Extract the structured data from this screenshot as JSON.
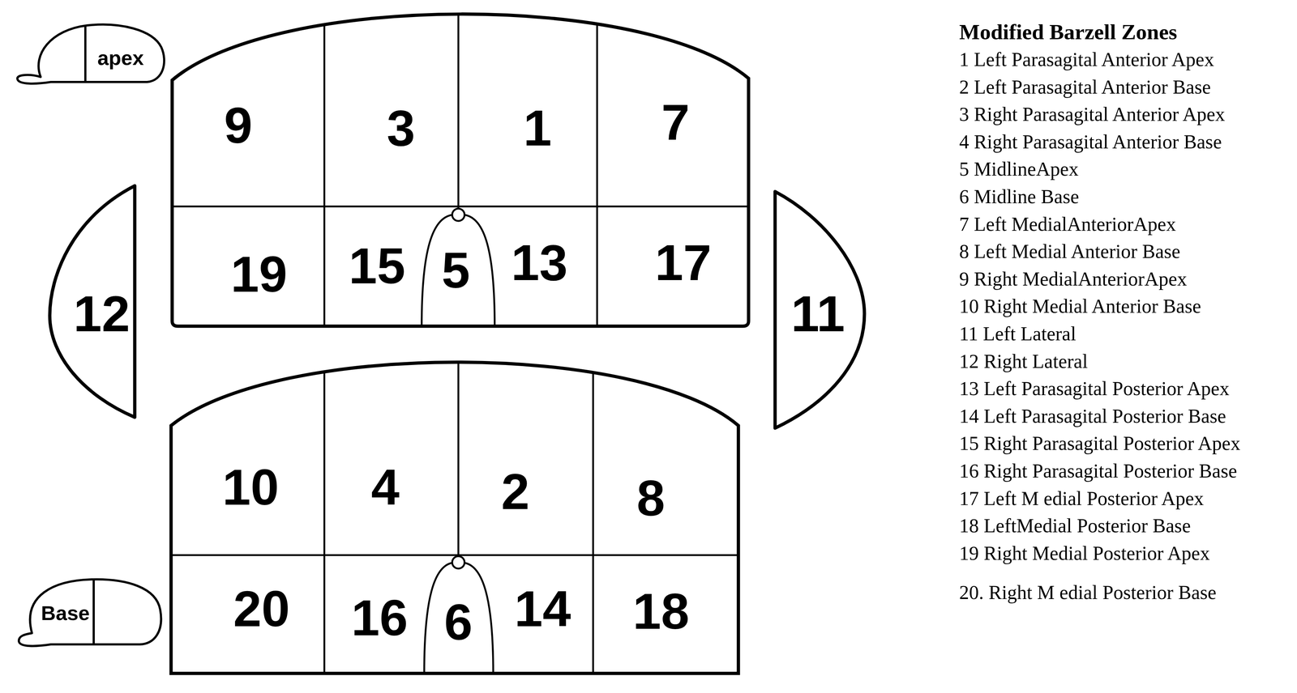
{
  "diagram": {
    "title": "Modified Barzell Zones",
    "nodes": [
      {
        "text": [
          "apex"
        ]
      },
      {
        "text": [
          "9"
        ]
      },
      {
        "text": [
          "3"
        ]
      },
      {
        "text": [
          "1"
        ]
      },
      {
        "text": [
          "7"
        ]
      },
      {
        "text": [
          "12"
        ]
      },
      {
        "text": [
          "19"
        ]
      },
      {
        "text": [
          "15"
        ]
      },
      {
        "text": [
          "5"
        ]
      },
      {
        "text": [
          "13"
        ]
      },
      {
        "text": [
          "17"
        ]
      },
      {
        "text": [
          "11"
        ]
      },
      {
        "text": [
          "10"
        ]
      },
      {
        "text": [
          "4"
        ]
      },
      {
        "text": [
          "2"
        ]
      },
      {
        "text": [
          "8"
        ]
      },
      {
        "text": [
          "Base"
        ]
      },
      {
        "text": [
          "20"
        ]
      },
      {
        "text": [
          "16"
        ]
      },
      {
        "text": [
          "6"
        ]
      },
      {
        "text": [
          "14"
        ]
      },
      {
        "text": [
          "18"
        ]
      }
    ],
    "labels": [
      "1 Left Parasagital Anterior Apex",
      "2 Left Parasagital Anterior Base",
      "3 Right Parasagital Anterior Apex",
      "4 Right Parasagital Anterior Base",
      "5 MidlineApex",
      "6 Midline Base",
      "7 Left MedialAnteriorApex",
      "8 Left Medial Anterior Base",
      "9 Right MedialAnteriorApex",
      "10 Right Medial Anterior Base",
      "11 Left Lateral",
      "12 Right Lateral",
      "13 Left Parasagital Posterior Apex",
      "14 Left Parasagital Posterior Base",
      "15 Right Parasagital Posterior Apex",
      "16 Right Parasagital Posterior Base",
      "17 Left M edial Posterior Apex",
      "18 LeftMedial Posterior Base",
      "19 Right Medial Posterior Apex",
      "20. Right M edial Posterior Base"
    ]
  }
}
